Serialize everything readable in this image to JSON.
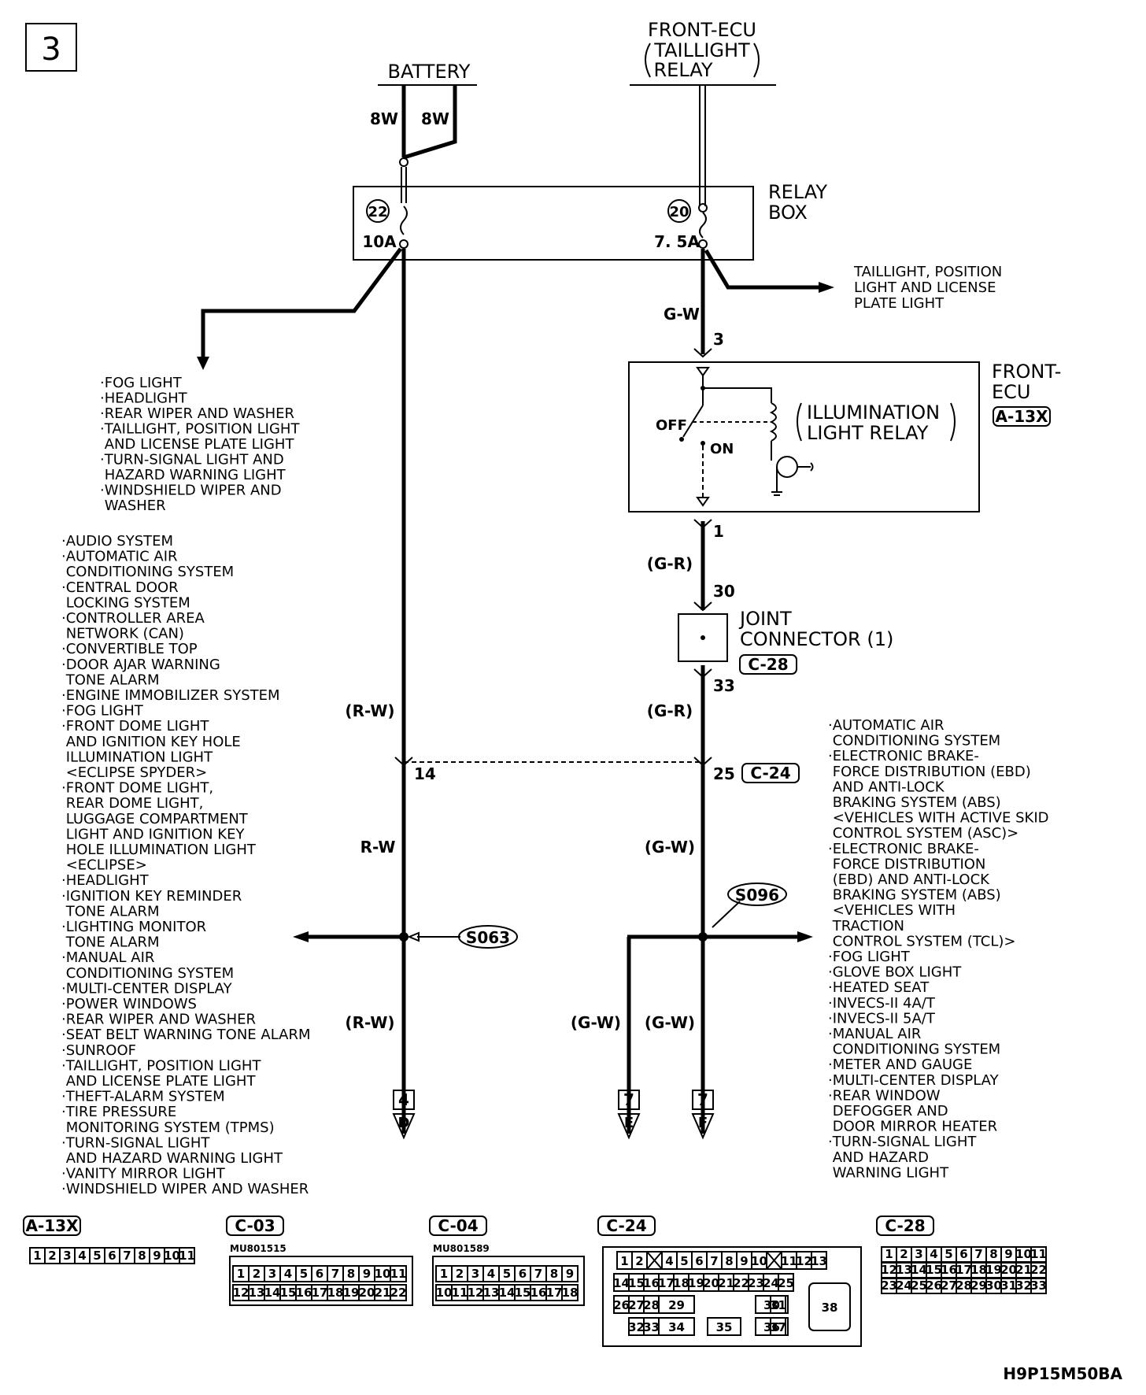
{
  "page_number": "3",
  "footer_code": "H9P15M50BA",
  "sources": {
    "battery": "BATTERY",
    "front_ecu_relay": [
      "FRONT-ECU",
      "TAILLIGHT",
      "RELAY"
    ],
    "battery_wires": [
      "8W",
      "8W"
    ]
  },
  "relay_box": {
    "label": [
      "RELAY",
      "BOX"
    ],
    "fuse_left": {
      "number": "22",
      "rating": "10A"
    },
    "fuse_right": {
      "number": "20",
      "rating": "7. 5A"
    }
  },
  "taillight_out": [
    "TAILLIGHT, POSITION",
    "LIGHT AND LICENSE",
    "PLATE LIGHT"
  ],
  "fuse22_list": [
    "·FOG LIGHT",
    "·HEADLIGHT",
    "·REAR WIPER AND WASHER",
    "·TAILLIGHT, POSITION LIGHT",
    " AND LICENSE PLATE LIGHT",
    "·TURN-SIGNAL LIGHT AND",
    " HAZARD WARNING LIGHT",
    "·WINDSHIELD WIPER AND",
    " WASHER"
  ],
  "front_ecu": {
    "label": [
      "FRONT-",
      "ECU"
    ],
    "connector": "A-13X",
    "relay_label": [
      "ILLUMINATION",
      "LIGHT RELAY"
    ],
    "off": "OFF",
    "on": "ON"
  },
  "wires": {
    "gw_top": "G-W",
    "pin3": "3",
    "pin1": "1",
    "gr1": "(G-R)",
    "pin30": "30",
    "pin33": "33",
    "gr2": "(G-R)",
    "rw1": "(R-W)",
    "pin14": "14",
    "pin25": "25",
    "rw2": "R-W",
    "gw2": "(G-W)",
    "rw3": "(R-W)",
    "gw3": "(G-W)",
    "gw4": "(G-W)"
  },
  "joint_connector": {
    "label": [
      "JOINT",
      "CONNECTOR (1)"
    ],
    "connector": "C-28"
  },
  "c24_label": "C-24",
  "splices": {
    "s063": "S063",
    "s096": "S096"
  },
  "terminals": {
    "d": {
      "page": "4",
      "letter": "D"
    },
    "e": {
      "page": "7",
      "letter": "E"
    },
    "f": {
      "page": "7",
      "letter": "F"
    }
  },
  "left_list": [
    "·AUDIO SYSTEM",
    "·AUTOMATIC AIR",
    " CONDITIONING SYSTEM",
    "·CENTRAL DOOR",
    " LOCKING SYSTEM",
    "·CONTROLLER AREA",
    " NETWORK (CAN)",
    "·CONVERTIBLE TOP",
    "·DOOR AJAR WARNING",
    " TONE ALARM",
    "·ENGINE IMMOBILIZER SYSTEM",
    "·FOG LIGHT",
    "·FRONT DOME LIGHT",
    " AND IGNITION KEY HOLE",
    " ILLUMINATION LIGHT",
    " <ECLIPSE SPYDER>",
    "·FRONT DOME LIGHT,",
    " REAR DOME LIGHT,",
    " LUGGAGE COMPARTMENT",
    " LIGHT AND IGNITION KEY",
    " HOLE ILLUMINATION LIGHT",
    " <ECLIPSE>",
    "·HEADLIGHT",
    "·IGNITION KEY REMINDER",
    " TONE ALARM",
    "·LIGHTING MONITOR",
    " TONE ALARM",
    "·MANUAL AIR",
    " CONDITIONING SYSTEM",
    "·MULTI-CENTER DISPLAY",
    "·POWER WINDOWS",
    "·REAR WIPER AND WASHER",
    "·SEAT BELT WARNING TONE ALARM",
    "·SUNROOF",
    "·TAILLIGHT, POSITION LIGHT",
    " AND LICENSE PLATE LIGHT",
    "·THEFT-ALARM SYSTEM",
    "·TIRE PRESSURE",
    " MONITORING SYSTEM (TPMS)",
    "·TURN-SIGNAL LIGHT",
    " AND HAZARD WARNING LIGHT",
    "·VANITY MIRROR LIGHT",
    "·WINDSHIELD WIPER AND WASHER"
  ],
  "right_list": [
    "·AUTOMATIC AIR",
    " CONDITIONING SYSTEM",
    "·ELECTRONIC BRAKE-",
    " FORCE DISTRIBUTION (EBD)",
    " AND ANTI-LOCK",
    " BRAKING SYSTEM (ABS)",
    " <VEHICLES WITH ACTIVE SKID",
    " CONTROL SYSTEM (ASC)>",
    "·ELECTRONIC BRAKE-",
    " FORCE DISTRIBUTION",
    " (EBD) AND ANTI-LOCK",
    " BRAKING SYSTEM (ABS)",
    " <VEHICLES WITH",
    " TRACTION",
    " CONTROL SYSTEM (TCL)>",
    "·FOG LIGHT",
    "·GLOVE BOX LIGHT",
    "·HEATED SEAT",
    "·INVECS-II 4A/T",
    "·INVECS-II 5A/T",
    "·MANUAL AIR",
    " CONDITIONING SYSTEM",
    "·METER AND GAUGE",
    "·MULTI-CENTER DISPLAY",
    "·REAR WINDOW",
    " DEFOGGER AND",
    " DOOR MIRROR HEATER",
    "·TURN-SIGNAL LIGHT",
    " AND HAZARD",
    " WARNING LIGHT"
  ],
  "connectors": {
    "a13x": {
      "name": "A-13X",
      "pins": [
        "1",
        "2",
        "3",
        "4",
        "5",
        "6",
        "7",
        "8",
        "9",
        "10",
        "11"
      ]
    },
    "c03": {
      "name": "C-03",
      "part": "MU801515",
      "row1": [
        "1",
        "2",
        "3",
        "4",
        "5",
        "6",
        "7",
        "8",
        "9",
        "10",
        "11"
      ],
      "row2": [
        "12",
        "13",
        "14",
        "15",
        "16",
        "17",
        "18",
        "19",
        "20",
        "21",
        "22"
      ]
    },
    "c04": {
      "name": "C-04",
      "part": "MU801589",
      "row1": [
        "1",
        "2",
        "3",
        "4",
        "5",
        "6",
        "7",
        "8",
        "9"
      ],
      "row2": [
        "10",
        "11",
        "12",
        "13",
        "14",
        "15",
        "16",
        "17",
        "18"
      ]
    },
    "c24": {
      "name": "C-24",
      "row1": [
        "1",
        "2",
        "",
        "4",
        "5",
        "6",
        "7",
        "8",
        "9",
        "10",
        "",
        "11",
        "12",
        "13"
      ],
      "row2": [
        "14",
        "15",
        "16",
        "17",
        "18",
        "19",
        "20",
        "21",
        "22",
        "23",
        "24",
        "25"
      ],
      "row3": [
        "26",
        "27",
        "28",
        "29",
        "30",
        "31"
      ],
      "row4": [
        "32",
        "33",
        "34",
        "35",
        "36",
        "37"
      ],
      "big_pin": "38"
    },
    "c28": {
      "name": "C-28",
      "row1": [
        "1",
        "2",
        "3",
        "4",
        "5",
        "6",
        "7",
        "8",
        "9",
        "10",
        "11"
      ],
      "row2": [
        "12",
        "13",
        "14",
        "15",
        "16",
        "17",
        "18",
        "19",
        "20",
        "21",
        "22"
      ],
      "row3": [
        "23",
        "24",
        "25",
        "26",
        "27",
        "28",
        "29",
        "30",
        "31",
        "32",
        "33"
      ]
    }
  }
}
